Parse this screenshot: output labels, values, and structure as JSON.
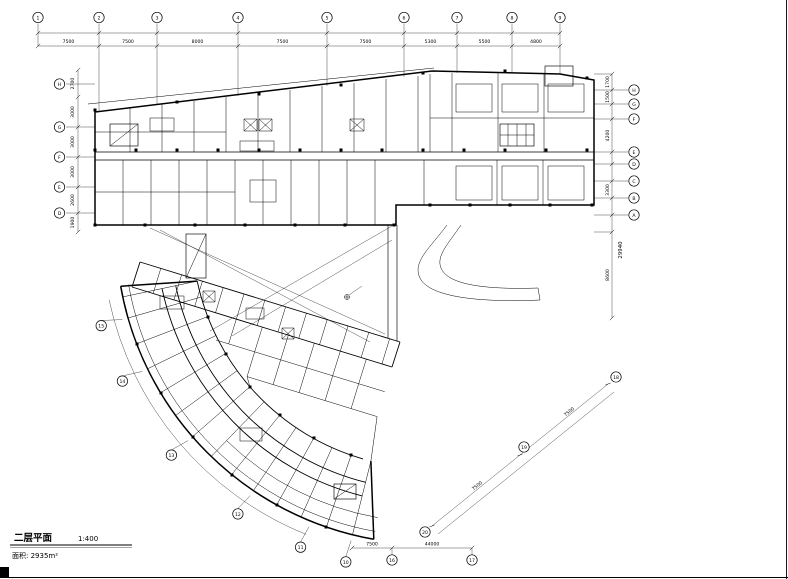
{
  "title_block": {
    "title": "二层平面",
    "scale": "1:400",
    "area": "面积: 2935m²"
  },
  "axes": {
    "top": [
      "1",
      "2",
      "3",
      "4",
      "5",
      "6",
      "7",
      "8",
      "9"
    ],
    "left": [
      "H",
      "G",
      "F",
      "E",
      "D"
    ],
    "right": [
      "H",
      "G",
      "F",
      "E",
      "D",
      "C",
      "B",
      "A"
    ],
    "arc": [
      "10",
      "11",
      "12",
      "13",
      "14",
      "15"
    ],
    "bottom": [
      "16",
      "17"
    ],
    "slant": [
      "18",
      "19",
      "20"
    ]
  },
  "dims": {
    "top": [
      "7500",
      "7500",
      "8000",
      "7500",
      "7500",
      "5300",
      "5500",
      "4800"
    ],
    "left": [
      "2700",
      "3000",
      "3000",
      "3000",
      "2600",
      "1900"
    ],
    "right": [
      "1700",
      "1500",
      "4200",
      "3300",
      "8600"
    ],
    "right_total": "29940",
    "bottom": [
      "7500",
      "44000"
    ],
    "slant": [
      "7500",
      "7500"
    ]
  }
}
